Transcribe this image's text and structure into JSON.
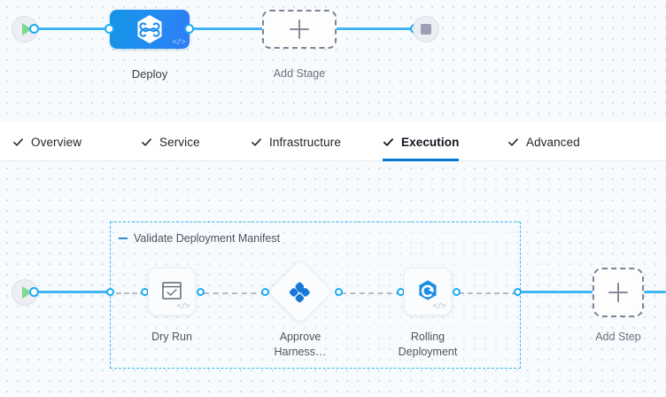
{
  "stage_canvas": {
    "start_node": {
      "icon": "play-icon"
    },
    "end_node": {
      "icon": "stop-icon"
    },
    "stage": {
      "label": "Deploy",
      "icon": "harness-hexagon-logo-icon",
      "badge_icon": "code-icon",
      "color": "#1f8ff0"
    },
    "add_stage": {
      "label": "Add Stage",
      "icon": "plus-icon"
    }
  },
  "tabs": {
    "items": [
      {
        "label": "Overview",
        "icon": "check-icon",
        "active": false
      },
      {
        "label": "Service",
        "icon": "check-icon",
        "active": false
      },
      {
        "label": "Infrastructure",
        "icon": "check-icon",
        "active": false
      },
      {
        "label": "Execution",
        "icon": "check-icon",
        "active": true
      },
      {
        "label": "Advanced",
        "icon": "check-icon",
        "active": false
      }
    ],
    "active_underline_color": "#0278d5"
  },
  "execution_canvas": {
    "start_node": {
      "icon": "play-icon"
    },
    "step_group": {
      "title": "Validate Deployment Manifest",
      "collapse_icon": "minus-icon",
      "border_color": "#39b6ef"
    },
    "steps": [
      {
        "label": "Dry Run",
        "icon": "dry-run-check-icon",
        "badge_icon": "code-icon",
        "shape": "rounded"
      },
      {
        "label": "Approve\nHarness…",
        "icon": "harness-approval-icon",
        "badge_icon": "",
        "shape": "diamond"
      },
      {
        "label": "Rolling\nDeployment",
        "icon": "rolling-deployment-icon",
        "badge_icon": "code-icon",
        "shape": "rounded"
      }
    ],
    "add_step": {
      "label": "Add Step",
      "icon": "plus-icon"
    }
  }
}
